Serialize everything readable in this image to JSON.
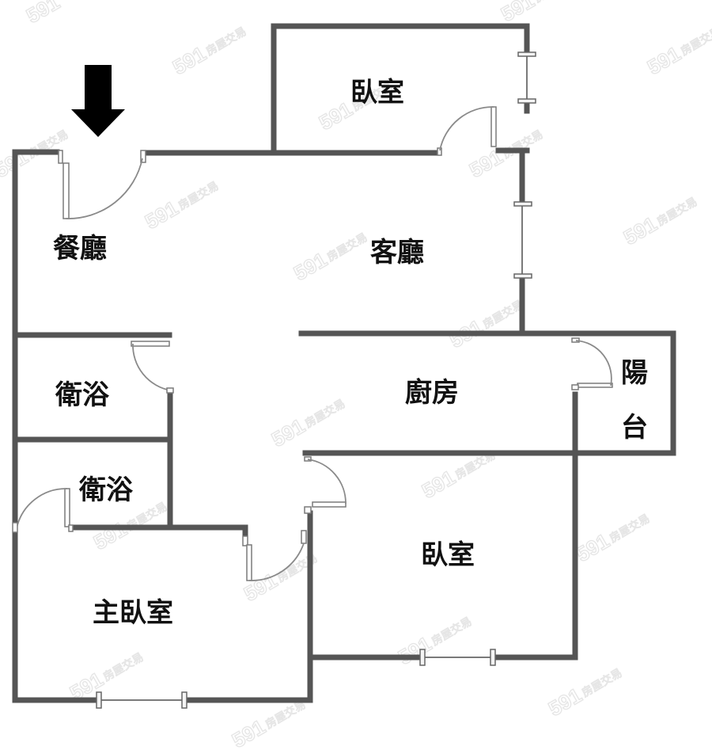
{
  "floorplan": {
    "entrance_arrow": {
      "icon": "down-arrow-icon",
      "color": "#000000"
    },
    "rooms": {
      "bedroom_top": {
        "label": "臥室"
      },
      "dining": {
        "label": "餐廳"
      },
      "living": {
        "label": "客廳"
      },
      "bath_1": {
        "label": "衛浴"
      },
      "bath_2": {
        "label": "衛浴"
      },
      "kitchen": {
        "label": "廚房"
      },
      "balcony": {
        "label_line1": "陽",
        "label_line2": "台"
      },
      "bedroom_bottom": {
        "label": "臥室"
      },
      "master_bedroom": {
        "label": "主臥室"
      }
    },
    "watermark": {
      "number": "591",
      "text": "房屋交易"
    },
    "colors": {
      "wall": "#555555",
      "label": "#111111",
      "background": "#ffffff"
    }
  }
}
